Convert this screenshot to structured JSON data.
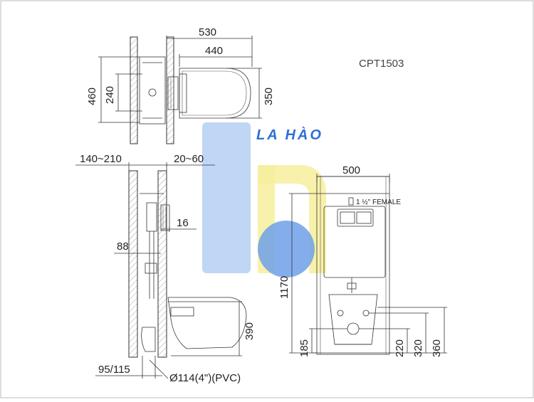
{
  "model": "CPT1503",
  "watermark": {
    "brand": "LA HÀO"
  },
  "top_view": {
    "dim_530": "530",
    "dim_440": "440",
    "dim_460": "460",
    "dim_240": "240",
    "dim_350": "350"
  },
  "side_view": {
    "dim_wall": "140~210",
    "dim_gap": "20~60",
    "dim_16": "16",
    "dim_88": "88",
    "dim_390": "390",
    "dim_base": "95/115",
    "pipe_label": "Ø114(4\")(PVC)"
  },
  "front_view": {
    "dim_500": "500",
    "dim_1170": "1170",
    "dim_185": "185",
    "dim_220": "220",
    "dim_320": "320",
    "dim_360": "360",
    "inlet_label": "1 ½\" FEMALE"
  }
}
